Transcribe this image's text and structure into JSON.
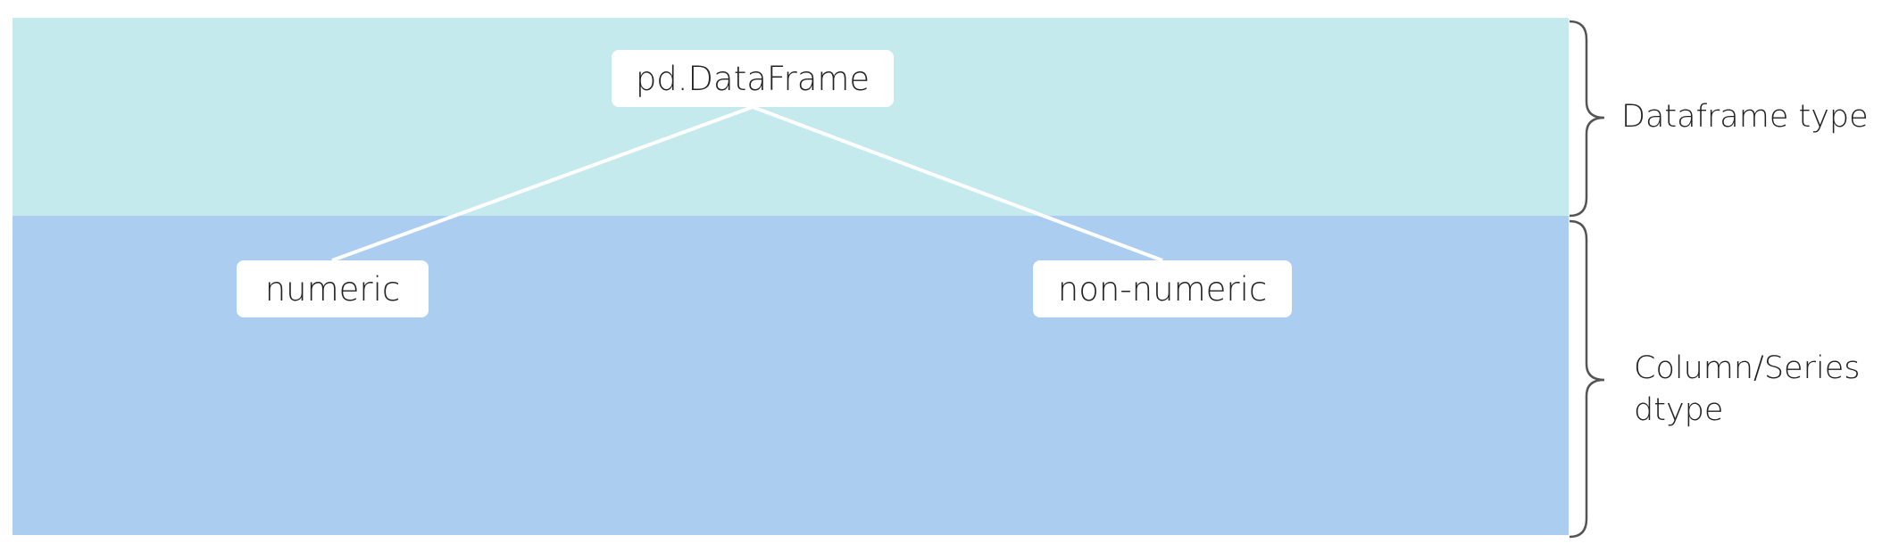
{
  "colors": {
    "top_band": "#c4eaed",
    "bottom_band": "#abcdf0",
    "node_fill": "#ffffff",
    "connector": "#ffffff",
    "brace": "#555555"
  },
  "nodes": {
    "root": "pd.DataFrame",
    "left": "numeric",
    "right": "non-numeric"
  },
  "labels": {
    "top": "Dataframe type",
    "bottom_line1": "Column/Series",
    "bottom_line2": "dtype"
  }
}
